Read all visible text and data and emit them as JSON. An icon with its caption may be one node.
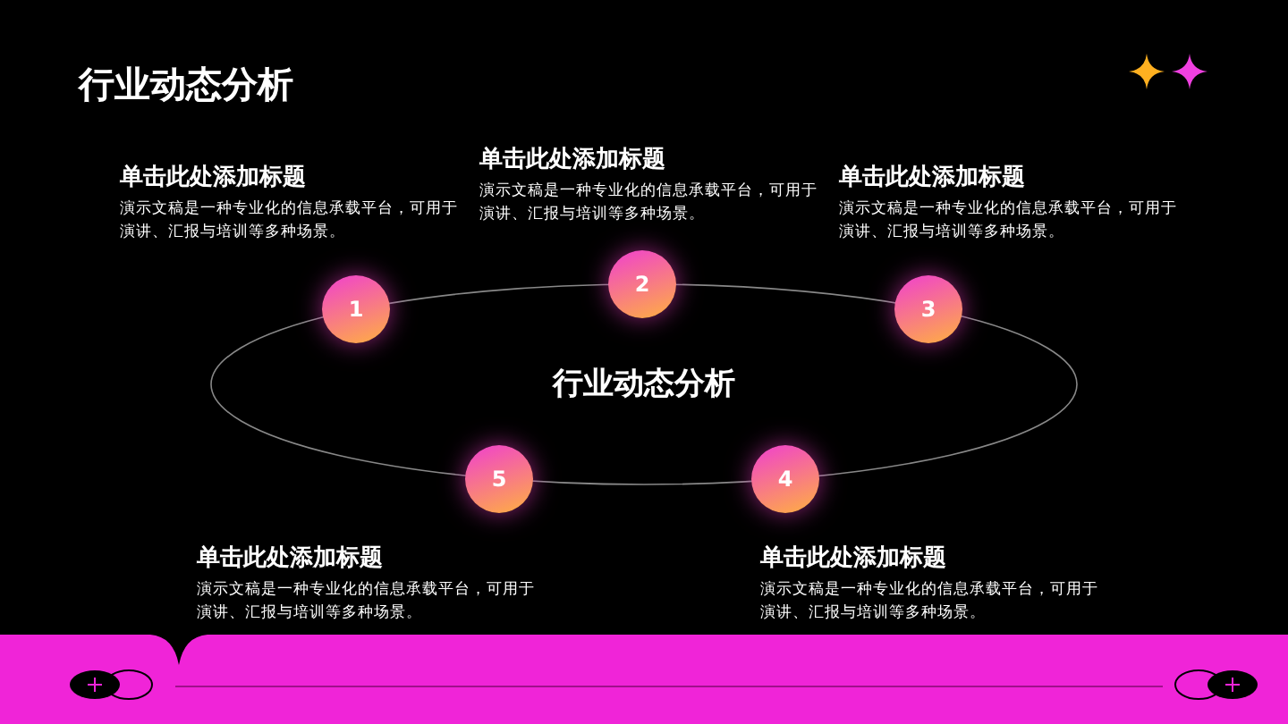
{
  "diagram": {
    "title": "行业动态分析",
    "nodes": [
      {
        "text": [
          "行业动态分析"
        ]
      },
      {
        "text": [
          "1"
        ],
        "beside": [
          "单击此处添加标题",
          "演示文稿是一种专业化的信息承载平台，可用于演讲、汇报与培训等多种场景。"
        ]
      },
      {
        "text": [
          "2"
        ],
        "beside": [
          "单击此处添加标题",
          "演示文稿是一种专业化的信息承载平台，可用于演讲、汇报与培训等多种场景。"
        ]
      },
      {
        "text": [
          "3"
        ],
        "beside": [
          "单击此处添加标题",
          "演示文稿是一种专业化的信息承载平台，可用于演讲、汇报与培训等多种场景。"
        ]
      },
      {
        "text": [
          "4"
        ],
        "beside": [
          "单击此处添加标题",
          "演示文稿是一种专业化的信息承载平台，可用于演讲、汇报与培训等多种场景。"
        ]
      },
      {
        "text": [
          "5"
        ],
        "beside": [
          "单击此处添加标题",
          "演示文稿是一种专业化的信息承载平台，可用于演讲、汇报与培训等多种场景。"
        ]
      }
    ]
  }
}
